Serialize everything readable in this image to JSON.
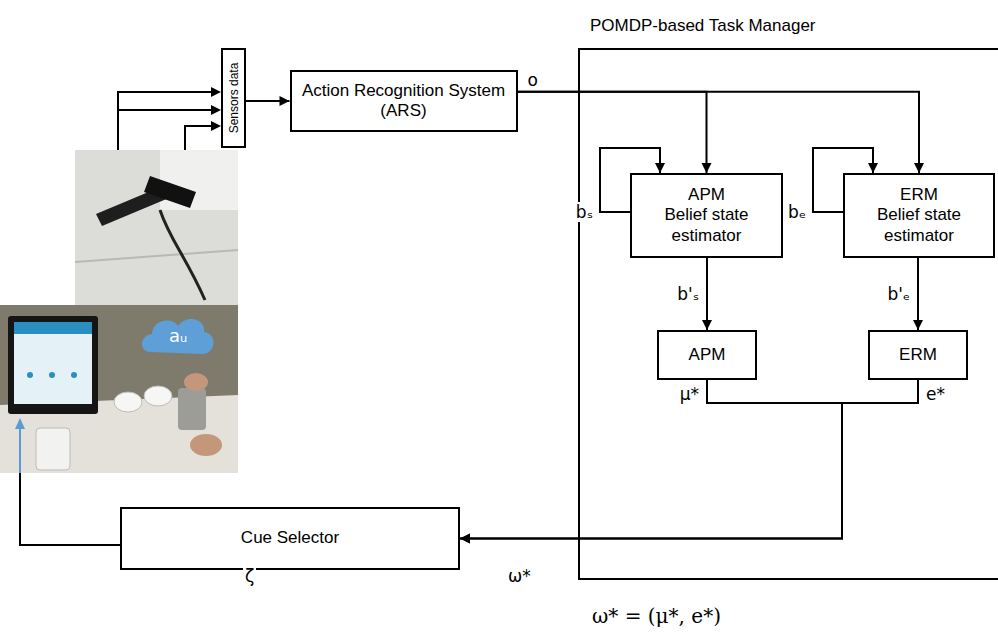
{
  "diagram": {
    "nodes": [
      {
        "text": [
          "POMDP-based Task Manager"
        ]
      },
      {
        "text": [
          "Sensors data"
        ]
      },
      {
        "text": [
          "Action Recognition System (ARS)"
        ]
      },
      {
        "text": [
          "APM",
          "Belief state estimator"
        ],
        "in": 0
      },
      {
        "text": [
          "ERM",
          "Belief state estimator"
        ],
        "in": 0
      },
      {
        "text": [
          "APM"
        ],
        "in": 0
      },
      {
        "text": [
          "ERM"
        ],
        "in": 0
      },
      {
        "text": [
          "Cue Selector"
        ]
      }
    ],
    "edges": [
      {
        "from": 1,
        "to": 2,
        "arrow": "to"
      },
      {
        "from": 2,
        "to": 3,
        "label": "o",
        "arrow": "to"
      },
      {
        "from": 2,
        "to": 4,
        "arrow": "to"
      },
      {
        "from": 3,
        "to": 3,
        "label": "bₛ",
        "arrow": "to"
      },
      {
        "from": 4,
        "to": 4,
        "label": "bₑ",
        "arrow": "to"
      },
      {
        "from": 3,
        "to": 5,
        "label": "b'ₛ",
        "arrow": "to"
      },
      {
        "from": 4,
        "to": 6,
        "label": "b'ₑ",
        "arrow": "to"
      },
      {
        "from": 5,
        "to": 7,
        "label": "μ*",
        "arrow": "to"
      },
      {
        "from": 6,
        "to": 7,
        "label": "e*",
        "arrow": "to"
      }
    ],
    "labels": [
      "ω*",
      "ζ",
      "ω* = (μ*, e*)",
      "aᵤ"
    ]
  }
}
